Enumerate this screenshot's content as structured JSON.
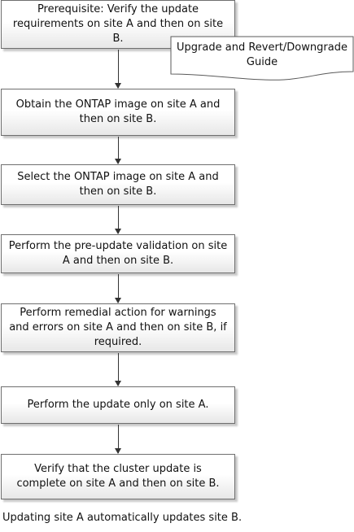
{
  "steps": [
    "Prerequisite: Verify the update requirements on site A and then on site  B.",
    "Obtain the ONTAP image on site A and then on site B.",
    "Select the ONTAP image on site A and then on site B.",
    "Perform the pre-update validation on site A and then on site B.",
    "Perform remedial action for warnings and errors on site A and then on site B, if required.",
    "Perform the update only on site A.",
    "Verify that the cluster update is complete on site A and then on site B."
  ],
  "document_reference": "Upgrade and Revert/Downgrade Guide",
  "footer_note": "Updating site A automatically updates site B."
}
